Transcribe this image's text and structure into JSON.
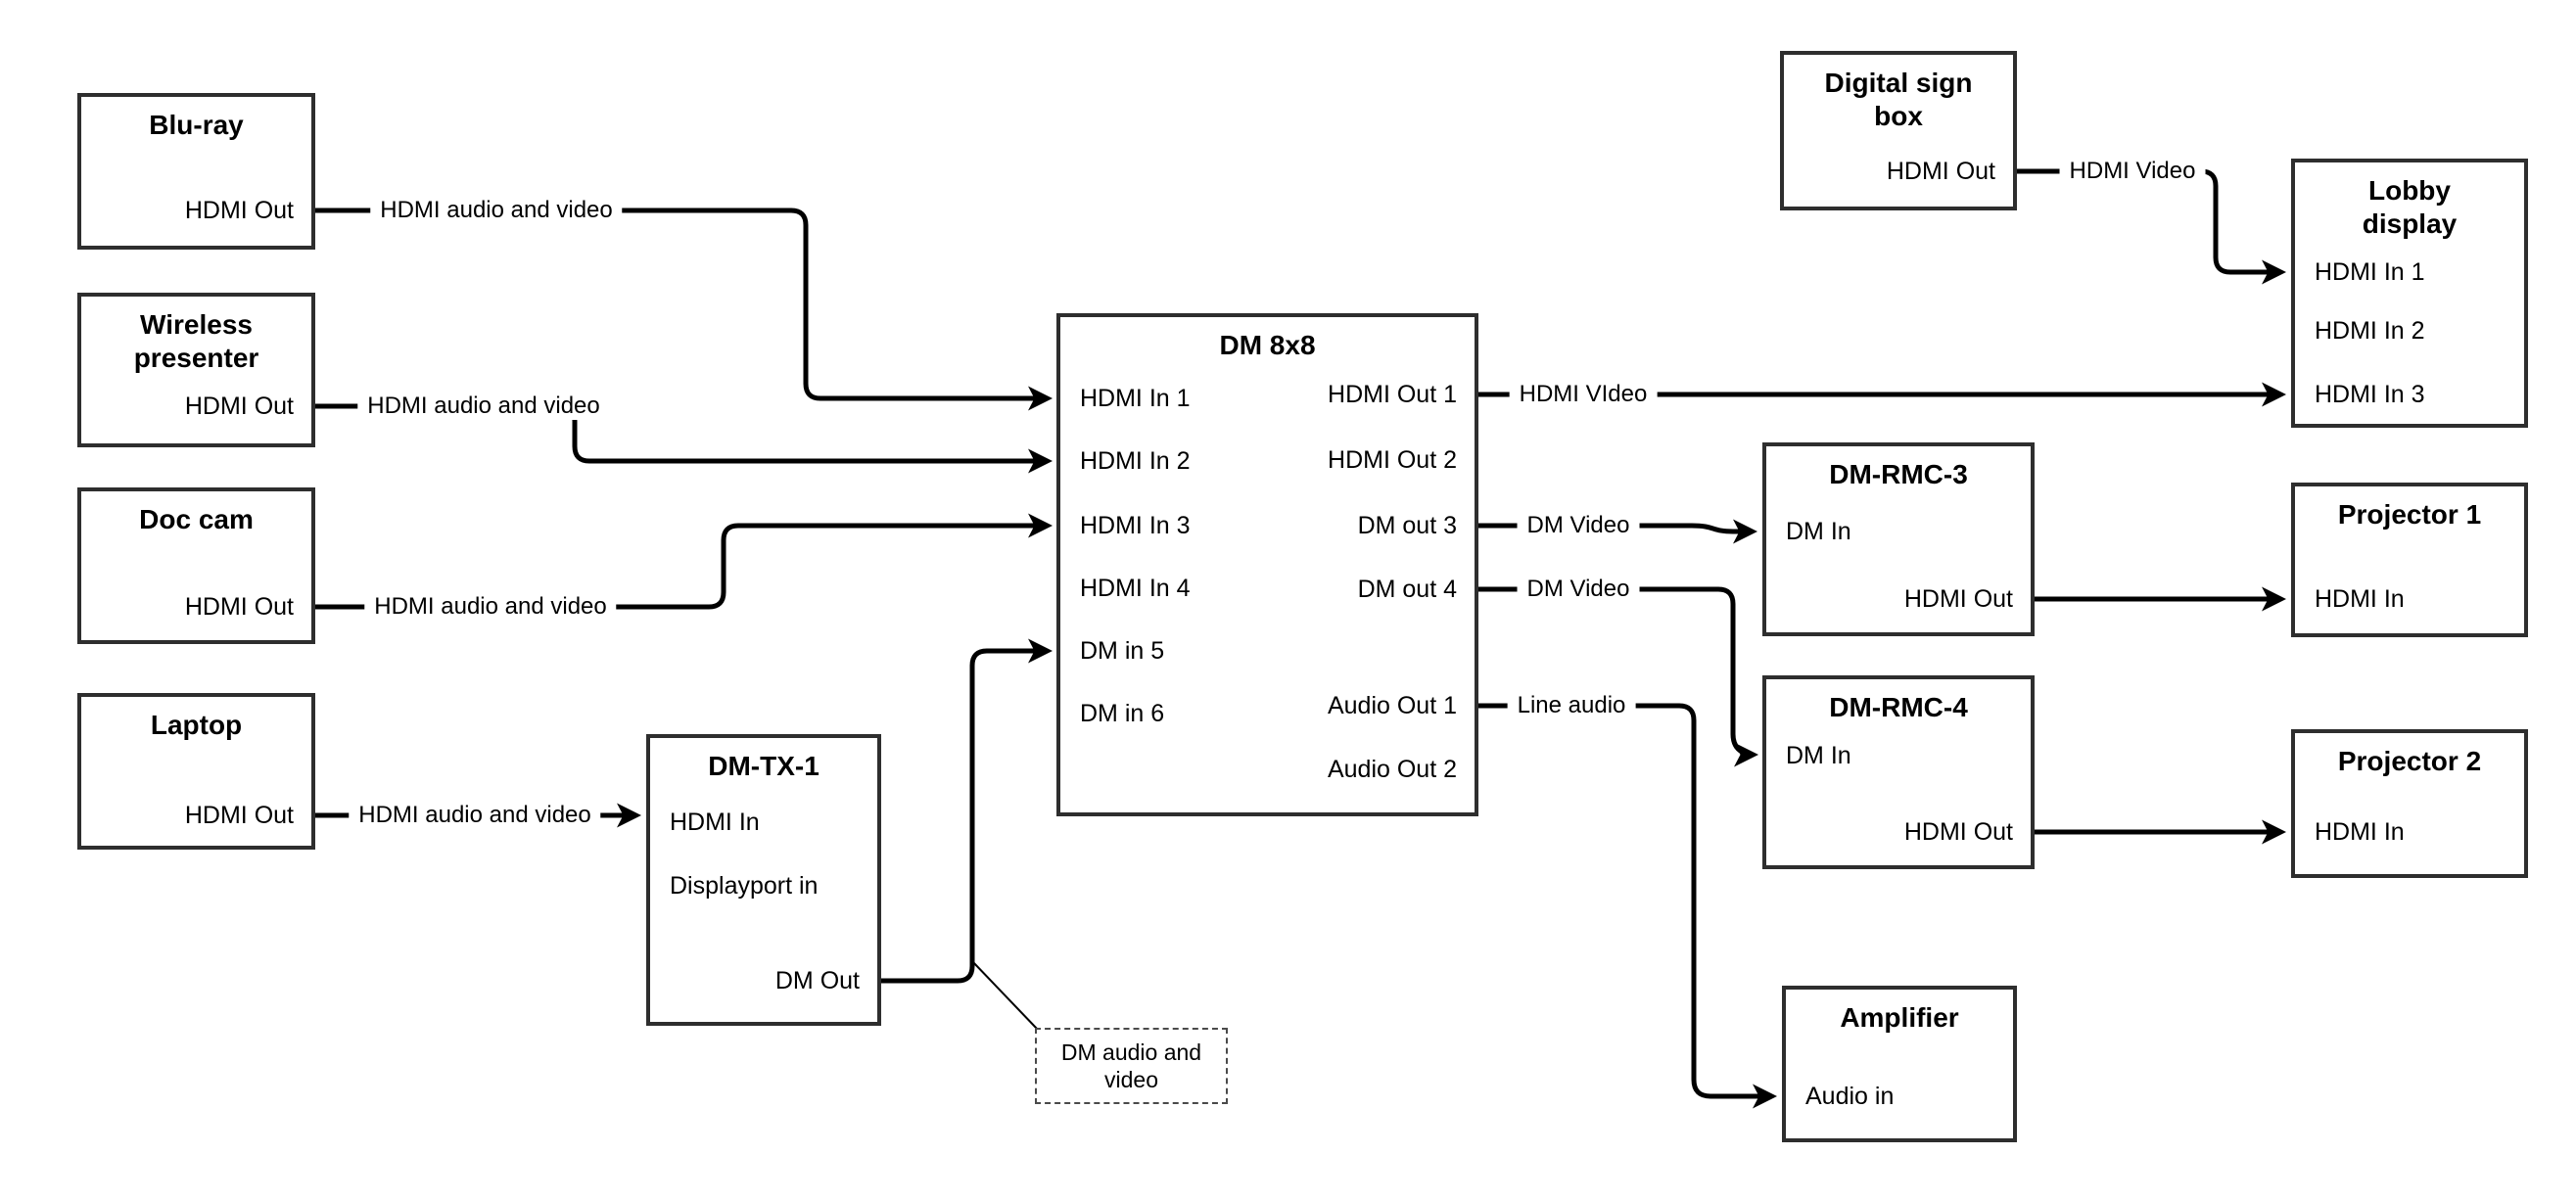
{
  "nodes": {
    "bluray": {
      "title": "Blu-ray",
      "port_out": "HDMI Out"
    },
    "wireless": {
      "title": "Wireless presenter",
      "port_out": "HDMI Out"
    },
    "doccam": {
      "title": "Doc cam",
      "port_out": "HDMI Out"
    },
    "laptop": {
      "title": "Laptop",
      "port_out": "HDMI Out"
    },
    "dmtx1": {
      "title": "DM-TX-1",
      "port_hdmi_in": "HDMI In",
      "port_dp_in": "Displayport in",
      "port_dm_out": "DM Out"
    },
    "dm8x8": {
      "title": "DM 8x8",
      "inputs": [
        "HDMI In 1",
        "HDMI In 2",
        "HDMI In 3",
        "HDMI In 4",
        "DM in 5",
        "DM in 6"
      ],
      "outputs": [
        "HDMI Out 1",
        "HDMI Out 2",
        "DM out 3",
        "DM out 4",
        "Audio Out 1",
        "Audio Out 2"
      ]
    },
    "digitalsign": {
      "title": "Digital sign box",
      "port_out": "HDMI Out"
    },
    "lobby": {
      "title": "Lobby display",
      "inputs": [
        "HDMI In 1",
        "HDMI In 2",
        "HDMI In 3"
      ]
    },
    "dmrmc3": {
      "title": "DM-RMC-3",
      "port_in": "DM In",
      "port_out": "HDMI Out"
    },
    "proj1": {
      "title": "Projector 1",
      "port_in": "HDMI In"
    },
    "dmrmc4": {
      "title": "DM-RMC-4",
      "port_in": "DM In",
      "port_out": "HDMI Out"
    },
    "proj2": {
      "title": "Projector 2",
      "port_in": "HDMI In"
    },
    "amplifier": {
      "title": "Amplifier",
      "port_in": "Audio in"
    }
  },
  "edges": {
    "bluray_dm8x8": {
      "label": "HDMI audio and video"
    },
    "wireless_dm8x8": {
      "label": "HDMI audio and video"
    },
    "doccam_dm8x8": {
      "label": "HDMI audio and video"
    },
    "laptop_dmtx1": {
      "label": "HDMI audio and video"
    },
    "dm8x8_lobby": {
      "label": "HDMI VIdeo"
    },
    "digitalsign_lobby": {
      "label": "HDMI Video"
    },
    "dm8x8_dmrmc3": {
      "label": "DM Video"
    },
    "dm8x8_dmrmc4": {
      "label": "DM Video"
    },
    "dm8x8_amplifier": {
      "label": "Line audio"
    }
  },
  "annotation": {
    "text": "DM audio and video"
  }
}
